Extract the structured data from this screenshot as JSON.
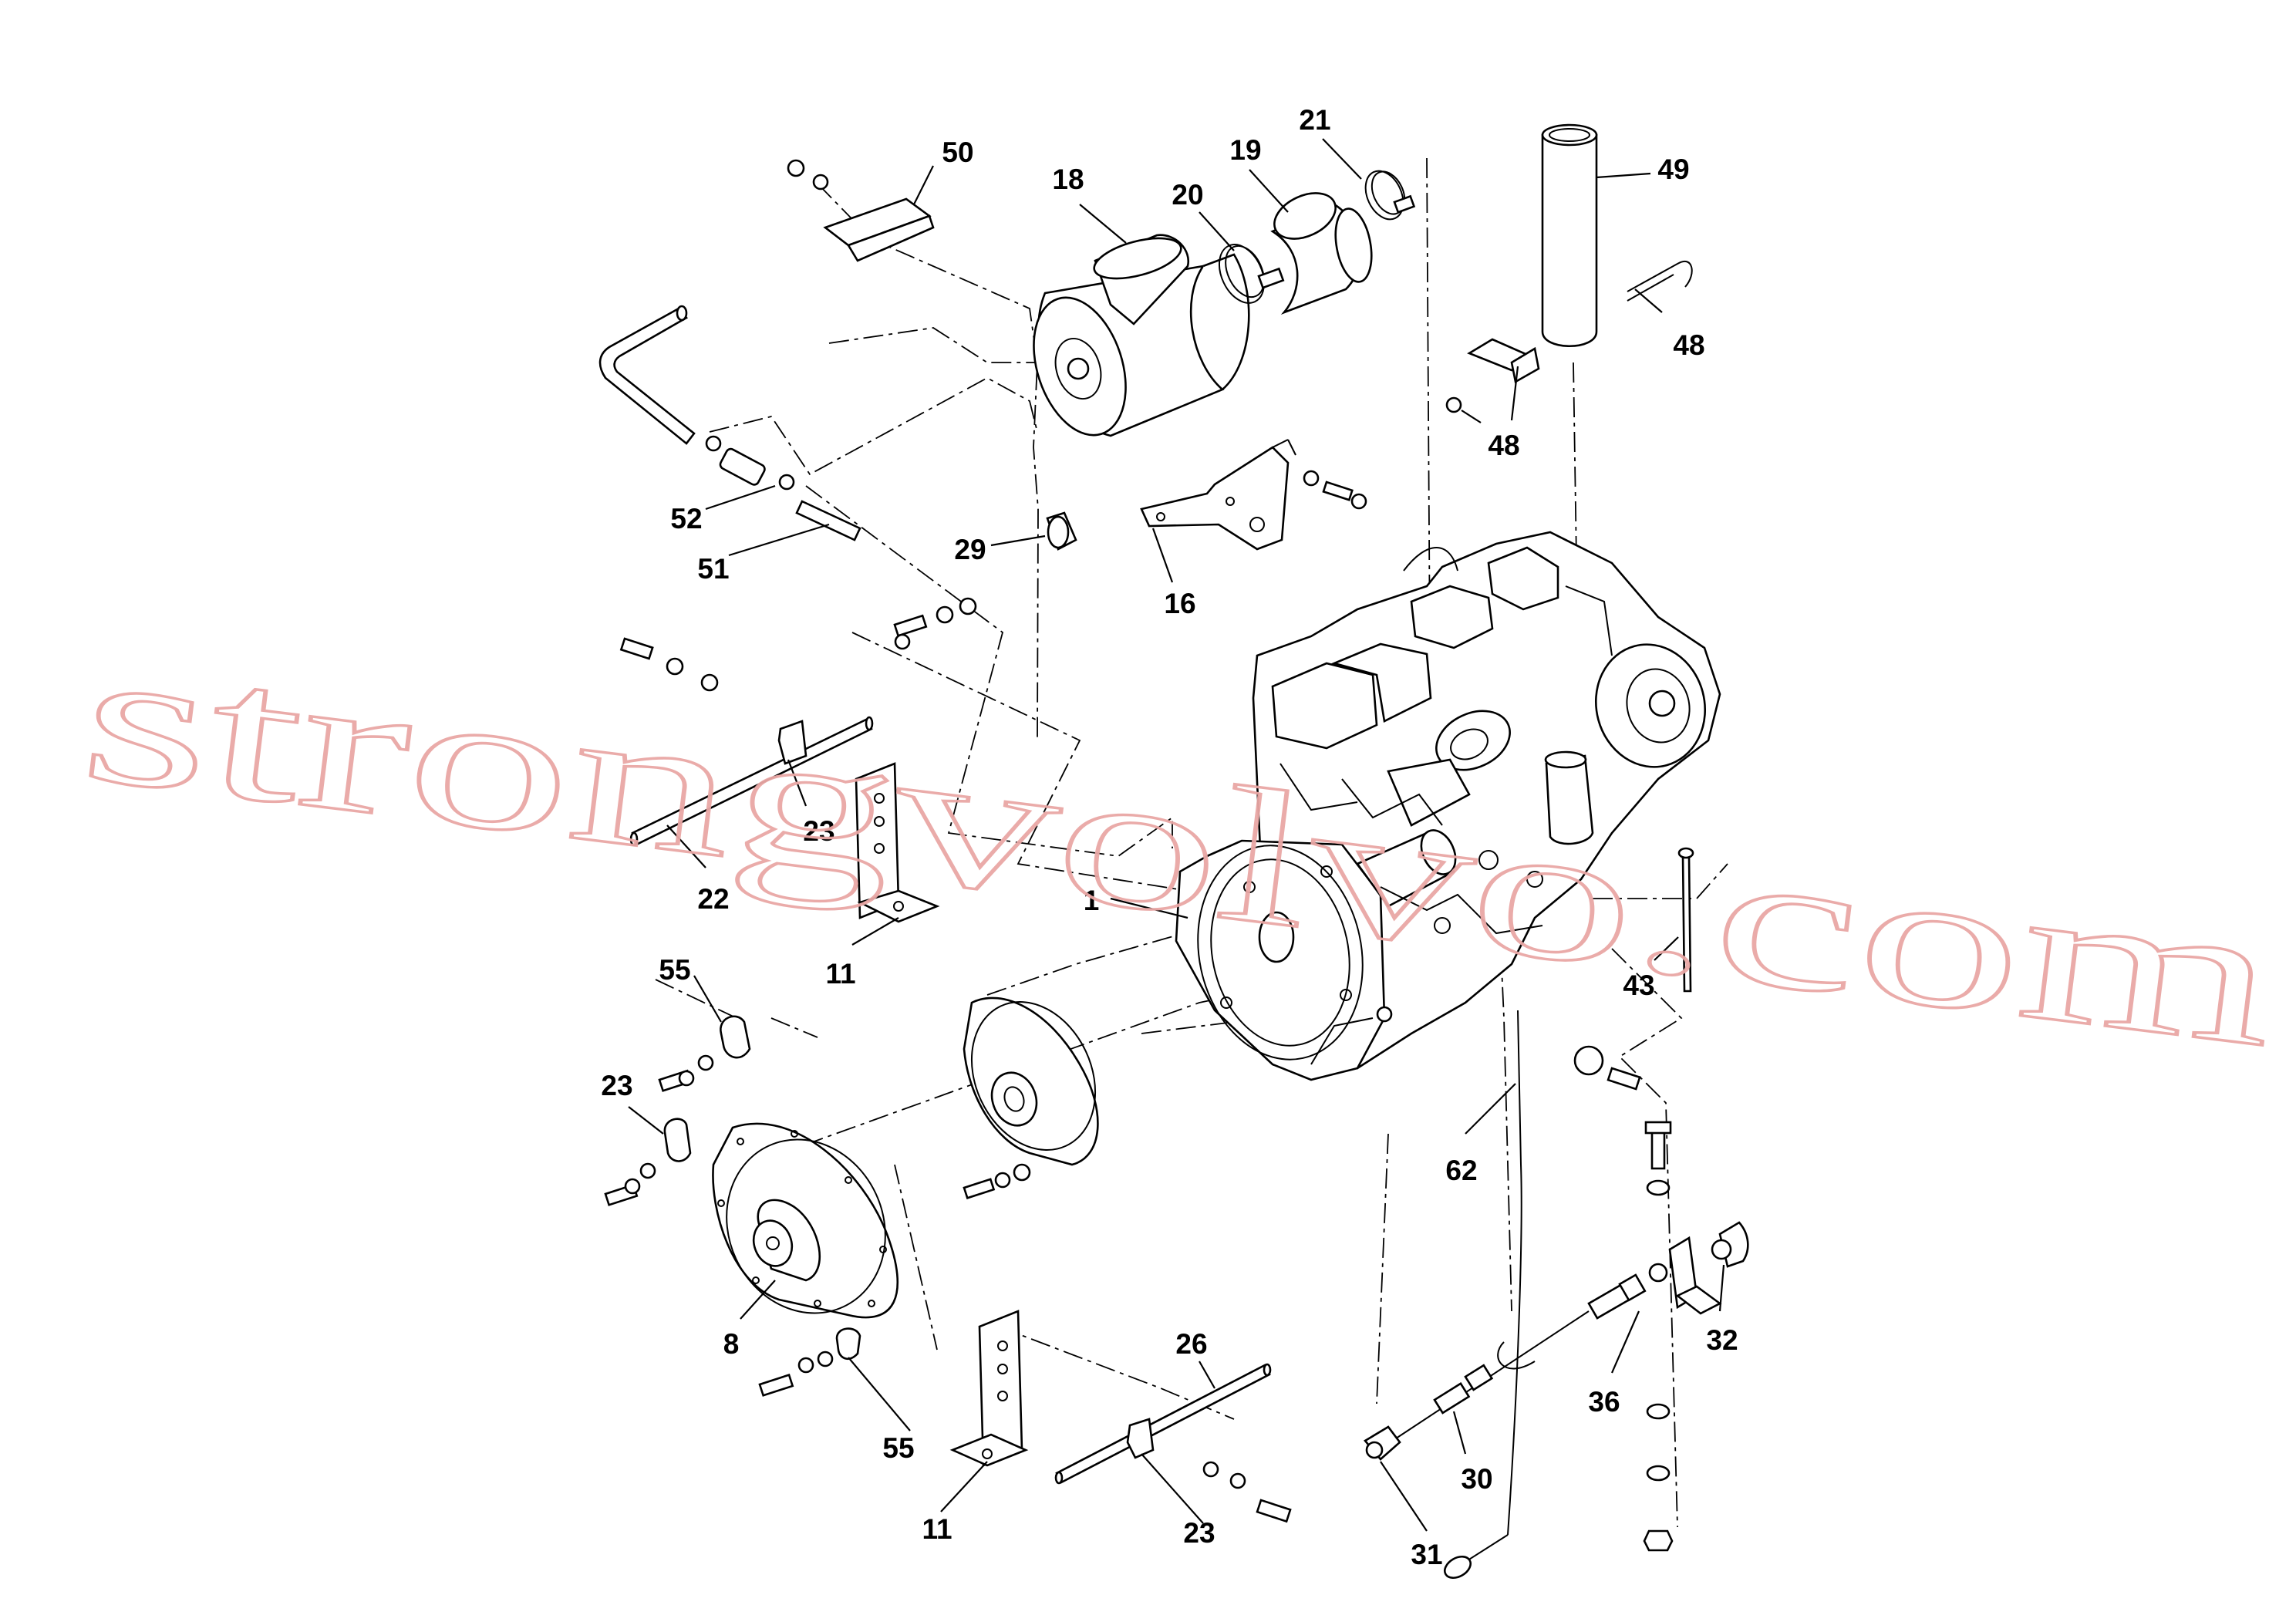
{
  "watermark": {
    "text": "strongvolvo.com",
    "color": "#e9a7a5"
  },
  "callouts": [
    {
      "id": "c50",
      "text": "50"
    },
    {
      "id": "c18",
      "text": "18"
    },
    {
      "id": "c20",
      "text": "20"
    },
    {
      "id": "c19",
      "text": "19"
    },
    {
      "id": "c21",
      "text": "21"
    },
    {
      "id": "c49",
      "text": "49"
    },
    {
      "id": "c48a",
      "text": "48"
    },
    {
      "id": "c48b",
      "text": "48"
    },
    {
      "id": "c52",
      "text": "52"
    },
    {
      "id": "c51",
      "text": "51"
    },
    {
      "id": "c29",
      "text": "29"
    },
    {
      "id": "c16",
      "text": "16"
    },
    {
      "id": "c23a",
      "text": "23"
    },
    {
      "id": "c22",
      "text": "22"
    },
    {
      "id": "c1",
      "text": "1"
    },
    {
      "id": "c11a",
      "text": "11"
    },
    {
      "id": "c55a",
      "text": "55"
    },
    {
      "id": "c43",
      "text": "43"
    },
    {
      "id": "c23b",
      "text": "23"
    },
    {
      "id": "c62",
      "text": "62"
    },
    {
      "id": "c8",
      "text": "8"
    },
    {
      "id": "c26",
      "text": "26"
    },
    {
      "id": "c32",
      "text": "32"
    },
    {
      "id": "c36",
      "text": "36"
    },
    {
      "id": "c55b",
      "text": "55"
    },
    {
      "id": "c30",
      "text": "30"
    },
    {
      "id": "c11b",
      "text": "11"
    },
    {
      "id": "c23c",
      "text": "23"
    },
    {
      "id": "c31",
      "text": "31"
    }
  ]
}
